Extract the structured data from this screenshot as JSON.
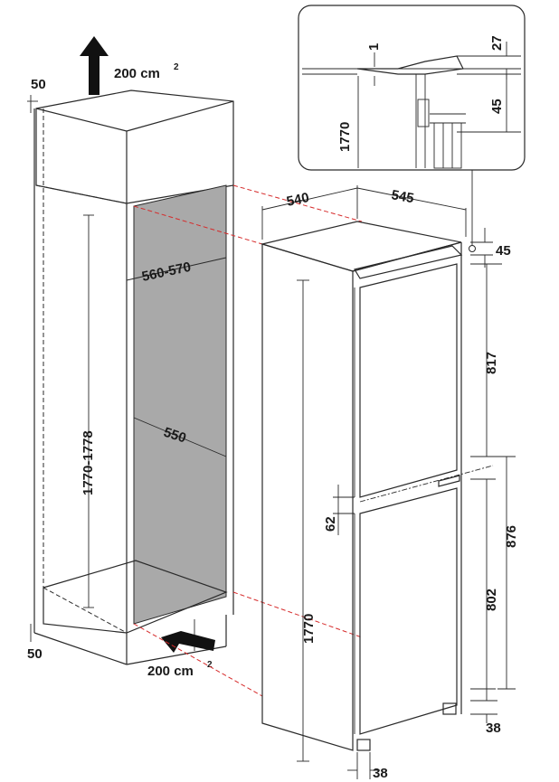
{
  "labels": {
    "vent_top": "200 cm",
    "vent_bottom": "200 cm",
    "vent_sup": "2",
    "cab_top_gap": "50",
    "cab_bot_gap": "50",
    "niche_height": "1770-1778",
    "niche_width": "560-570",
    "niche_depth": "550",
    "appl_depth": "540",
    "appl_width": "545",
    "top_clear": "45",
    "upper_door": "817",
    "door_gap": "62",
    "lower_door_total": "876",
    "lower_door": "802",
    "appl_height": "1770",
    "foot_side": "38",
    "foot_front": "38",
    "inset_1": "1",
    "inset_27": "27",
    "inset_45": "45",
    "inset_1770": "1770"
  },
  "colors": {
    "niche_fill": "#a9a9a9",
    "line": "#2a2a2a",
    "red_guide": "#d62a2a"
  }
}
